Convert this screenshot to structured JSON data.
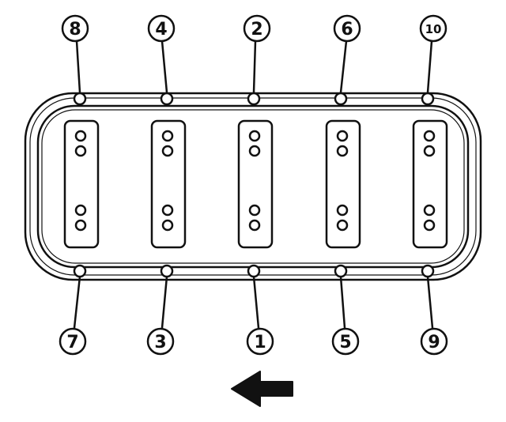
{
  "top_labels": [
    "8",
    "4",
    "2",
    "6",
    "10"
  ],
  "bottom_labels": [
    "7",
    "3",
    "1",
    "5",
    "9"
  ],
  "arrow_icon": "arrow-left-icon",
  "colors": {
    "stroke": "#111111",
    "background": "#ffffff"
  }
}
